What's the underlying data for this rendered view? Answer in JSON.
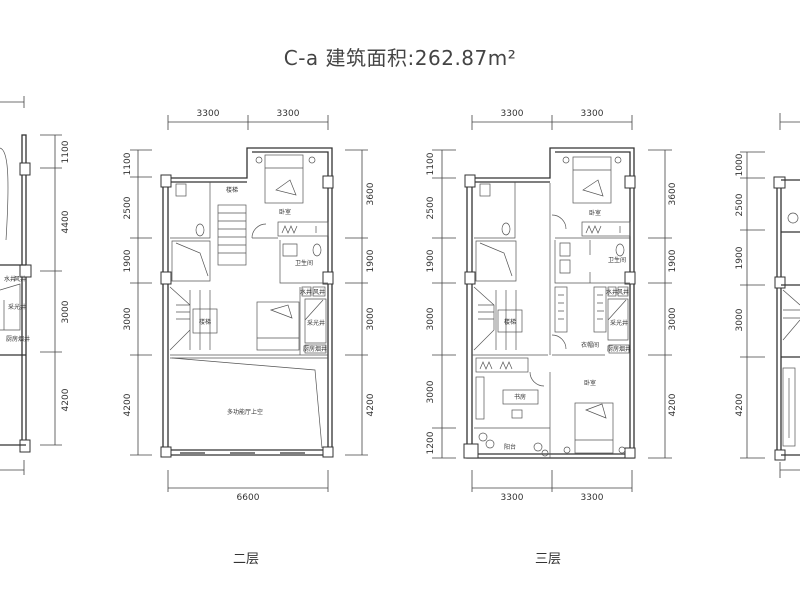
{
  "title": "C-a  建筑面积:262.87m²",
  "plan_left_partial": {
    "dims_right": [
      "1100",
      "4400",
      "3000",
      "4200"
    ],
    "rooms": {
      "water_shaft": "水井",
      "air_shaft": "风井",
      "light_well": "采光井",
      "kitchen_flue": "厨房烟井"
    }
  },
  "floor2": {
    "label": "二层",
    "dims_top": [
      "3300",
      "3300"
    ],
    "dims_left": [
      "1100",
      "2500",
      "1900",
      "3000",
      "4200"
    ],
    "dims_right": [
      "3600",
      "1900",
      "3000",
      "4200"
    ],
    "dims_bottom": [
      "6600"
    ],
    "rooms": {
      "stair_top": "楼梯",
      "bedroom": "卧室",
      "bathroom": "卫生间",
      "stair": "楼梯",
      "water_shaft": "水井",
      "air_shaft": "风井",
      "light_well": "采光井",
      "kitchen_flue": "厨房烟井",
      "void": "多功能厅上空"
    }
  },
  "floor3": {
    "label": "三层",
    "dims_top": [
      "3300",
      "3300"
    ],
    "dims_left": [
      "1100",
      "2500",
      "1900",
      "3000",
      "3000",
      "1200"
    ],
    "dims_right": [
      "3600",
      "1900",
      "3000",
      "4200"
    ],
    "dims_bottom": [
      "3300",
      "3300"
    ],
    "rooms": {
      "bedroom_top": "卧室",
      "bathroom": "卫生间",
      "stair": "楼梯",
      "closet": "衣帽间",
      "bedroom": "卧室",
      "study": "书房",
      "balcony": "阳台",
      "water_shaft": "水井",
      "air_shaft": "风井",
      "light_well": "采光井",
      "kitchen_flue": "厨房烟井"
    }
  },
  "plan_right_partial": {
    "dims_left": [
      "1000",
      "2500",
      "1900",
      "3000",
      "4200"
    ]
  }
}
